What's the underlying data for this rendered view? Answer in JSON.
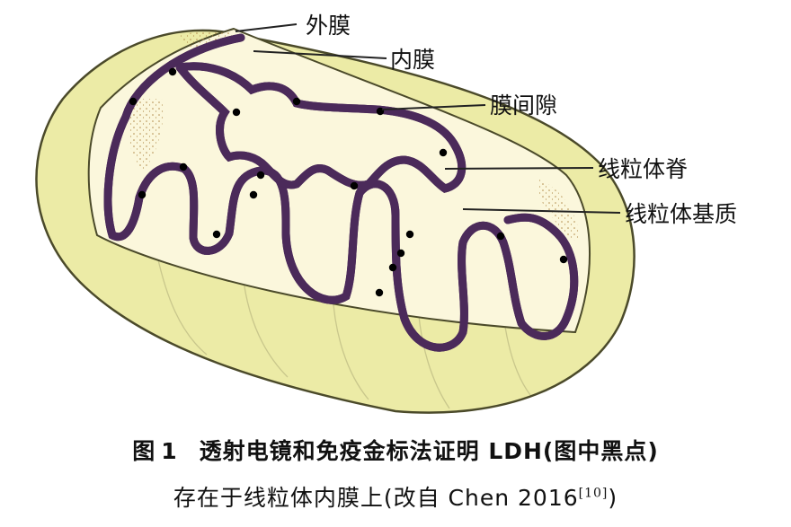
{
  "labels": {
    "outer_membrane": "外膜",
    "inner_membrane": "内膜",
    "intermembrane_space": "膜间隙",
    "cristae": "线粒体脊",
    "matrix": "线粒体基质"
  },
  "caption": {
    "fig_label": "图",
    "fig_number": "1",
    "line1_text": "透射电镜和免疫金标法证明 LDH(图中黑点)",
    "line2_text": "存在于线粒体内膜上(改自 Chen 2016",
    "citation": "[10]",
    "line2_end": ")"
  },
  "colors": {
    "outer_fill": "#ECEBA6",
    "inner_fill": "#FBF7DC",
    "membrane": "#C2356E",
    "membrane_edge": "#4B2A5A",
    "dot": "#000000"
  }
}
